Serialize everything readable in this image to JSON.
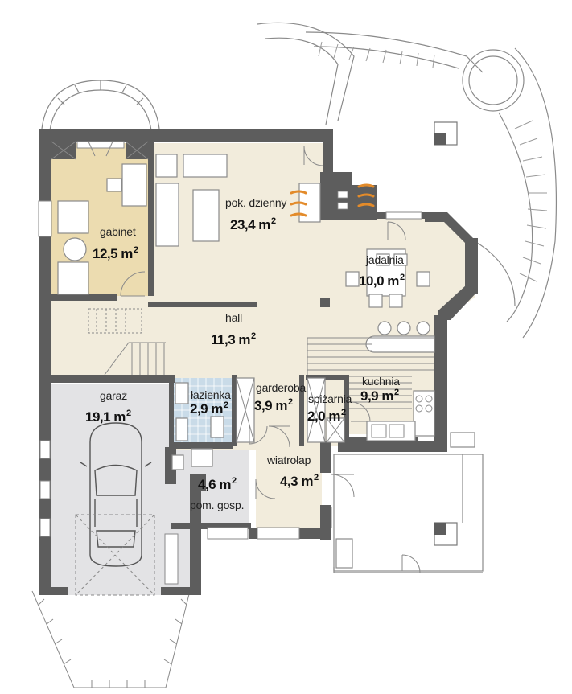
{
  "colors": {
    "wall": "#5d5d5d",
    "living_floor": "#f2ecdc",
    "office_floor": "#ecdcb0",
    "garage_floor": "#e3e3e5",
    "bathroom_tile": "#c9dbe8",
    "outline": "#8a8a8a",
    "fireplace_flame": "#e38b2a"
  },
  "unit": "m",
  "unit_sup": "2",
  "rooms": [
    {
      "id": "gabinet",
      "name": "gabinet",
      "area": "12,5 m"
    },
    {
      "id": "salon",
      "name": "pok. dzienny",
      "area": "23,4 m"
    },
    {
      "id": "jadalnia",
      "name": "jadalnia",
      "area": "10,0 m"
    },
    {
      "id": "hall",
      "name": "hall",
      "area": "11,3 m"
    },
    {
      "id": "kuchnia",
      "name": "kuchnia",
      "area": "9,9 m"
    },
    {
      "id": "garaz",
      "name": "garaż",
      "area": "19,1 m"
    },
    {
      "id": "lazienka",
      "name": "łazienka",
      "area": "2,9 m"
    },
    {
      "id": "garderoba",
      "name": "garderoba",
      "area": "3,9 m"
    },
    {
      "id": "spizarnia",
      "name": "spiżarnia",
      "area": "2,0 m"
    },
    {
      "id": "wiatrolap",
      "name": "wiatrołap",
      "area": "4,3 m"
    },
    {
      "id": "pom_gosp",
      "name": "pom. gosp.",
      "area": "4,6 m"
    }
  ]
}
